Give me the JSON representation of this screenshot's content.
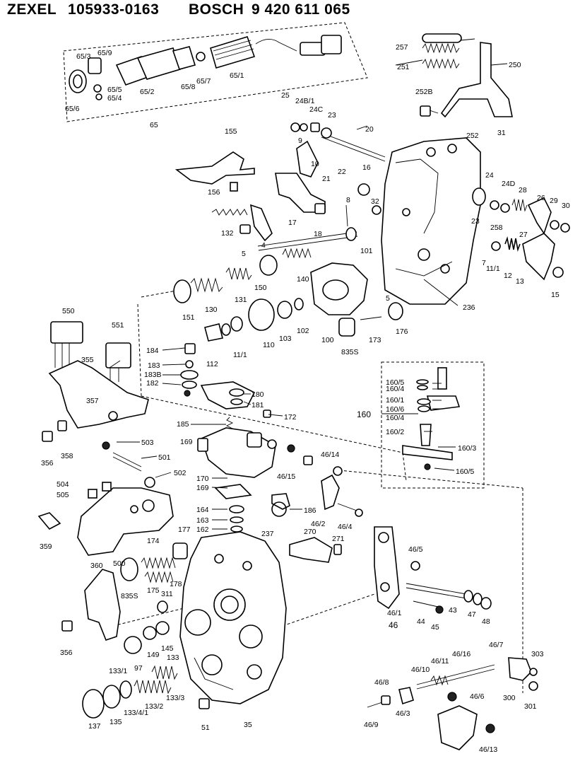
{
  "header": {
    "brand": "ZEXEL",
    "part_no": "105933-0163",
    "maker": "BOSCH",
    "maker_no": "9 420 611 065"
  },
  "labels": [
    {
      "id": "65_3",
      "text": "65/3"
    },
    {
      "id": "65_9a",
      "text": "65/9"
    },
    {
      "id": "65_5",
      "text": "65/5"
    },
    {
      "id": "65_4",
      "text": "65/4"
    },
    {
      "id": "65_6",
      "text": "65/6"
    },
    {
      "id": "65_2",
      "text": "65/2"
    },
    {
      "id": "65_8",
      "text": "65/8"
    },
    {
      "id": "65_7",
      "text": "65/7"
    },
    {
      "id": "65_1",
      "text": "65/1"
    },
    {
      "id": "65",
      "text": "65"
    },
    {
      "id": "257",
      "text": "257"
    },
    {
      "id": "251",
      "text": "251"
    },
    {
      "id": "250",
      "text": "250"
    },
    {
      "id": "252B",
      "text": "252B"
    },
    {
      "id": "252",
      "text": "252"
    },
    {
      "id": "31",
      "text": "31"
    },
    {
      "id": "25",
      "text": "25"
    },
    {
      "id": "24B_1",
      "text": "24B/1"
    },
    {
      "id": "24C",
      "text": "24C"
    },
    {
      "id": "23a",
      "text": "23"
    },
    {
      "id": "20",
      "text": "20"
    },
    {
      "id": "9",
      "text": "9"
    },
    {
      "id": "10",
      "text": "10"
    },
    {
      "id": "21",
      "text": "21"
    },
    {
      "id": "22",
      "text": "22"
    },
    {
      "id": "16",
      "text": "16"
    },
    {
      "id": "155",
      "text": "155"
    },
    {
      "id": "156",
      "text": "156"
    },
    {
      "id": "32",
      "text": "32"
    },
    {
      "id": "8",
      "text": "8"
    },
    {
      "id": "24",
      "text": "24"
    },
    {
      "id": "24D",
      "text": "24D"
    },
    {
      "id": "28",
      "text": "28"
    },
    {
      "id": "26",
      "text": "26"
    },
    {
      "id": "29",
      "text": "29"
    },
    {
      "id": "30",
      "text": "30"
    },
    {
      "id": "132",
      "text": "132"
    },
    {
      "id": "17",
      "text": "17"
    },
    {
      "id": "18",
      "text": "18"
    },
    {
      "id": "5a",
      "text": "5"
    },
    {
      "id": "4",
      "text": "4"
    },
    {
      "id": "23b",
      "text": "23"
    },
    {
      "id": "258",
      "text": "258"
    },
    {
      "id": "27",
      "text": "27"
    },
    {
      "id": "7",
      "text": "7"
    },
    {
      "id": "11_1a",
      "text": "11/1"
    },
    {
      "id": "12",
      "text": "12"
    },
    {
      "id": "13",
      "text": "13"
    },
    {
      "id": "15",
      "text": "15"
    },
    {
      "id": "101",
      "text": "101"
    },
    {
      "id": "140",
      "text": "140"
    },
    {
      "id": "150",
      "text": "150"
    },
    {
      "id": "5b",
      "text": "5"
    },
    {
      "id": "236",
      "text": "236"
    },
    {
      "id": "151",
      "text": "151"
    },
    {
      "id": "130",
      "text": "130"
    },
    {
      "id": "131",
      "text": "131"
    },
    {
      "id": "100",
      "text": "100"
    },
    {
      "id": "102",
      "text": "102"
    },
    {
      "id": "103",
      "text": "103"
    },
    {
      "id": "110",
      "text": "110"
    },
    {
      "id": "11_1b",
      "text": "11/1"
    },
    {
      "id": "112",
      "text": "112"
    },
    {
      "id": "835S_a",
      "text": "835S"
    },
    {
      "id": "173",
      "text": "173"
    },
    {
      "id": "176",
      "text": "176"
    },
    {
      "id": "550",
      "text": "550"
    },
    {
      "id": "551",
      "text": "551"
    },
    {
      "id": "184",
      "text": "184"
    },
    {
      "id": "183",
      "text": "183"
    },
    {
      "id": "183B",
      "text": "183B"
    },
    {
      "id": "182",
      "text": "182"
    },
    {
      "id": "355",
      "text": "355"
    },
    {
      "id": "357",
      "text": "357"
    },
    {
      "id": "356a",
      "text": "356"
    },
    {
      "id": "358",
      "text": "358"
    },
    {
      "id": "180",
      "text": "180"
    },
    {
      "id": "181",
      "text": "181"
    },
    {
      "id": "172",
      "text": "172"
    },
    {
      "id": "185",
      "text": "185"
    },
    {
      "id": "169a",
      "text": "169"
    },
    {
      "id": "160_5a",
      "text": "160/5"
    },
    {
      "id": "160_4a",
      "text": "160/4"
    },
    {
      "id": "160_1",
      "text": "160/1"
    },
    {
      "id": "160_6",
      "text": "160/6"
    },
    {
      "id": "160_4b",
      "text": "160/4"
    },
    {
      "id": "160",
      "text": "160"
    },
    {
      "id": "160_2",
      "text": "160/2"
    },
    {
      "id": "160_3",
      "text": "160/3"
    },
    {
      "id": "160_5b",
      "text": "160/5"
    },
    {
      "id": "503",
      "text": "503"
    },
    {
      "id": "501",
      "text": "501"
    },
    {
      "id": "502",
      "text": "502"
    },
    {
      "id": "46_14",
      "text": "46/14"
    },
    {
      "id": "46_15",
      "text": "46/15"
    },
    {
      "id": "170",
      "text": "170"
    },
    {
      "id": "169b",
      "text": "169"
    },
    {
      "id": "504",
      "text": "504"
    },
    {
      "id": "505",
      "text": "505"
    },
    {
      "id": "186",
      "text": "186"
    },
    {
      "id": "164",
      "text": "164"
    },
    {
      "id": "163",
      "text": "163"
    },
    {
      "id": "162",
      "text": "162"
    },
    {
      "id": "46_2",
      "text": "46/2"
    },
    {
      "id": "46_4",
      "text": "46/4"
    },
    {
      "id": "359",
      "text": "359"
    },
    {
      "id": "177",
      "text": "177"
    },
    {
      "id": "237",
      "text": "237"
    },
    {
      "id": "270",
      "text": "270"
    },
    {
      "id": "271",
      "text": "271"
    },
    {
      "id": "174",
      "text": "174"
    },
    {
      "id": "500",
      "text": "500"
    },
    {
      "id": "46_5",
      "text": "46/5"
    },
    {
      "id": "360",
      "text": "360"
    },
    {
      "id": "175",
      "text": "175"
    },
    {
      "id": "178",
      "text": "178"
    },
    {
      "id": "835S_b",
      "text": "835S"
    },
    {
      "id": "311",
      "text": "311"
    },
    {
      "id": "43",
      "text": "43"
    },
    {
      "id": "47",
      "text": "47"
    },
    {
      "id": "48",
      "text": "48"
    },
    {
      "id": "46_1",
      "text": "46/1"
    },
    {
      "id": "44",
      "text": "44"
    },
    {
      "id": "45",
      "text": "45"
    },
    {
      "id": "46",
      "text": "46"
    },
    {
      "id": "356b",
      "text": "356"
    },
    {
      "id": "145",
      "text": "145"
    },
    {
      "id": "149",
      "text": "149"
    },
    {
      "id": "97",
      "text": "97"
    },
    {
      "id": "133_1",
      "text": "133/1"
    },
    {
      "id": "133",
      "text": "133"
    },
    {
      "id": "46_7",
      "text": "46/7"
    },
    {
      "id": "303",
      "text": "303"
    },
    {
      "id": "46_11",
      "text": "46/11"
    },
    {
      "id": "46_16",
      "text": "46/16"
    },
    {
      "id": "46_10",
      "text": "46/10"
    },
    {
      "id": "46_8",
      "text": "46/8"
    },
    {
      "id": "300",
      "text": "300"
    },
    {
      "id": "46_6",
      "text": "46/6"
    },
    {
      "id": "301",
      "text": "301"
    },
    {
      "id": "133_4_1",
      "text": "133/4/1"
    },
    {
      "id": "133_2",
      "text": "133/2"
    },
    {
      "id": "133_3",
      "text": "133/3"
    },
    {
      "id": "137",
      "text": "137"
    },
    {
      "id": "135",
      "text": "135"
    },
    {
      "id": "51",
      "text": "51"
    },
    {
      "id": "35",
      "text": "35"
    },
    {
      "id": "46_9",
      "text": "46/9"
    },
    {
      "id": "46_3",
      "text": "46/3"
    },
    {
      "id": "46_13",
      "text": "46/13"
    }
  ]
}
